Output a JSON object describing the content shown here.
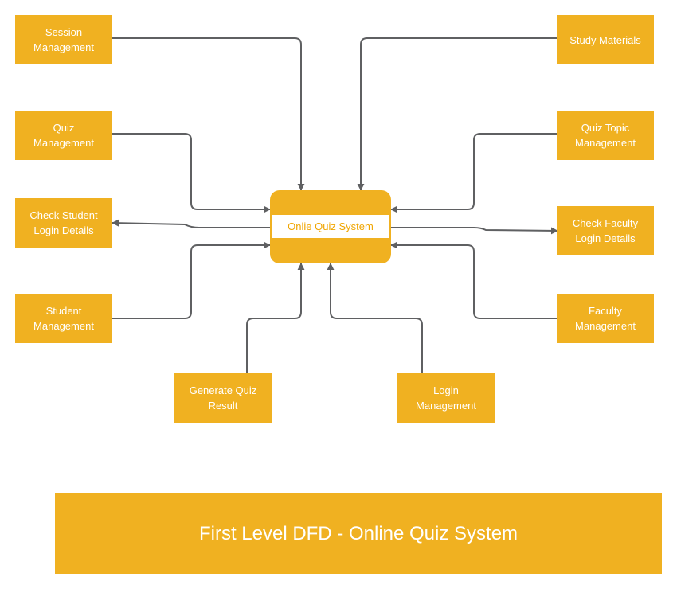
{
  "diagram": {
    "center": "Onlie Quiz System",
    "nodes": {
      "session_management": "Session\nManagement",
      "quiz_management": "Quiz\nManagement",
      "check_student_login": "Check Student\nLogin Details",
      "student_management": "Student\nManagement",
      "generate_quiz_result": "Generate Quiz\nResult",
      "login_management": "Login\nManagement",
      "study_materials": "Study Materials",
      "quiz_topic_management": "Quiz Topic\nManagement",
      "check_faculty_login": "Check Faculty\nLogin Details",
      "faculty_management": "Faculty\nManagement"
    },
    "caption": "First Level DFD - Online Quiz System"
  },
  "colors": {
    "node_fill": "#f0b121",
    "node_text": "#ffffff",
    "arrow": "#5f6062"
  }
}
